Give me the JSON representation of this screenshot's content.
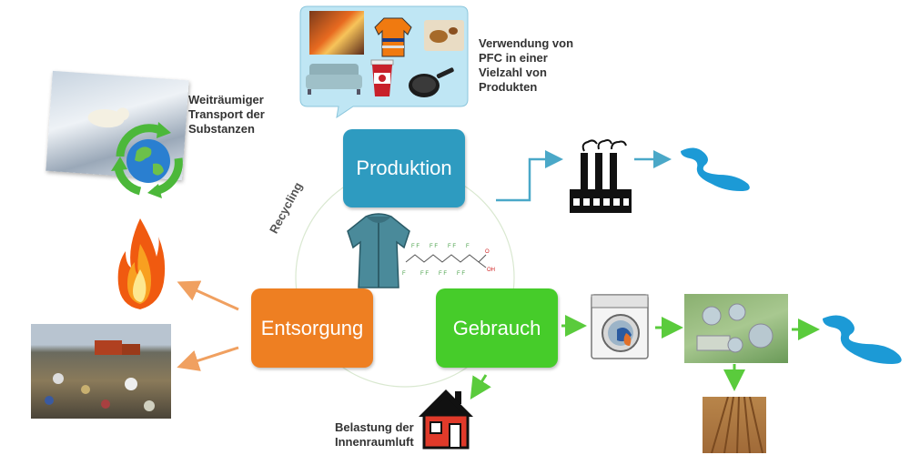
{
  "stages": {
    "production": "Produktion",
    "use": "Gebrauch",
    "disposal": "Entsorgung"
  },
  "cycle_label": "Recycling",
  "labels": {
    "products": "Verwendung von\nPFC in einer\nVielzahl von\nProdukten",
    "transport": "Weiträumiger\nTransport der\nSubstanzen",
    "indoor": "Belastung der\nInnenraumluft"
  },
  "colors": {
    "production": "#2e9bc0",
    "use": "#46cc2a",
    "disposal": "#ee7f22",
    "arrow_blue": "#4aa8c8",
    "arrow_green": "#5acb3c",
    "arrow_orange": "#f0a060"
  }
}
